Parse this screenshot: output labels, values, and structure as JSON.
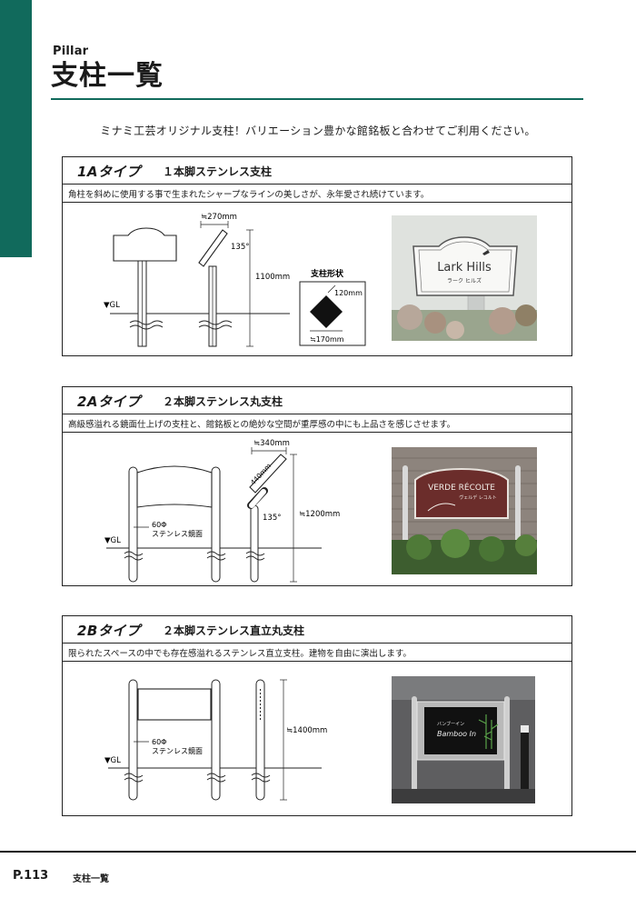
{
  "header": {
    "kicker": "Pillar",
    "title": "支柱一覧"
  },
  "intro": "ミナミ工芸オリジナル支柱！バリエーション豊かな館銘板と合わせてご利用ください。",
  "sections": [
    {
      "type": "1Aタイプ",
      "subtitle": "１本脚ステンレス支柱",
      "description": "角柱を斜めに使用する事で生まれたシャープなラインの美しさが、永年愛され続けています。",
      "labels": {
        "gl": "▼GL",
        "width": "≒270mm",
        "angle": "135°",
        "height": "1100mm",
        "shape_title": "支柱形状",
        "shape_side": "120mm",
        "shape_width": "≒170mm"
      },
      "photo": {
        "sign_main": "Lark Hills",
        "sign_sub": "ラーク ヒルズ"
      }
    },
    {
      "type": "2Aタイプ",
      "subtitle": "２本脚ステンレス丸支柱",
      "description": "高級感溢れる鏡面仕上げの支柱と、館銘板との絶妙な空間が重厚感の中にも上品さを感じさせます。",
      "labels": {
        "gl": "▼GL",
        "diameter": "60Φ",
        "finish": "ステンレス鏡面",
        "width": "≒340mm",
        "panel": "440mm",
        "angle": "135°",
        "height": "≒1200mm"
      },
      "photo": {
        "sign_main": "VERDE RÉCOLTE",
        "sign_sub": "ヴェルデ レコルト"
      }
    },
    {
      "type": "2Bタイプ",
      "subtitle": "２本脚ステンレス直立丸支柱",
      "description": "限られたスペースの中でも存在感溢れるステンレス直立支柱。建物を自由に演出します。",
      "labels": {
        "gl": "▼GL",
        "diameter": "60Φ",
        "finish": "ステンレス鏡面",
        "height": "≒1400mm"
      },
      "photo": {
        "sign_main": "Bamboo In",
        "sign_sub": "バンブーイン"
      }
    }
  ],
  "footer": {
    "page": "P.113",
    "title": "支柱一覧"
  }
}
